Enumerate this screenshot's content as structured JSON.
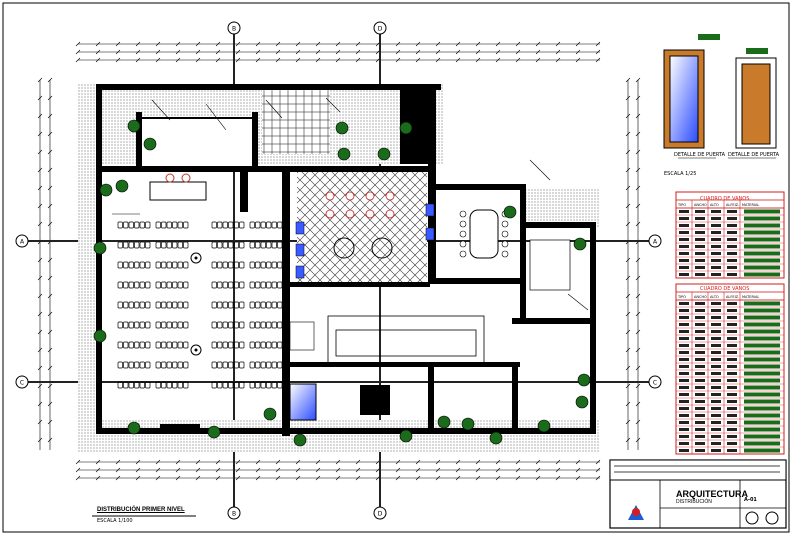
{
  "drawing": {
    "plan_title": "DISTRIBUCIÓN PRIMER NIVEL",
    "plan_scale": "ESCALA 1/100"
  },
  "title_block": {
    "main": "ARQUITECTURA",
    "sub": "DISTRIBUCIÓN",
    "sheet": "A-01"
  },
  "axes": {
    "vertical": [
      "B",
      "D"
    ],
    "horizontal": [
      "A",
      "C"
    ]
  },
  "door_details": {
    "left_caption": "DETALLE DE PUERTA",
    "right_caption": "DETALLE DE PUERTA",
    "scale": "ESCALA 1/25"
  },
  "tables": {
    "doors_title": "CUADRO DE VANOS",
    "windows_title": "CUADRO DE VANOS",
    "headers": [
      "TIPO",
      "ANCHO",
      "ALTO",
      "ALFEIZ.",
      "MATERIAL"
    ]
  },
  "colors": {
    "wall": "#000000",
    "grid": "#555555",
    "hatch": "#888888",
    "table_red": "#d21e1e",
    "green": "#1a6b1a",
    "glass": "#3a5bff",
    "wood": "#c97a2a"
  }
}
